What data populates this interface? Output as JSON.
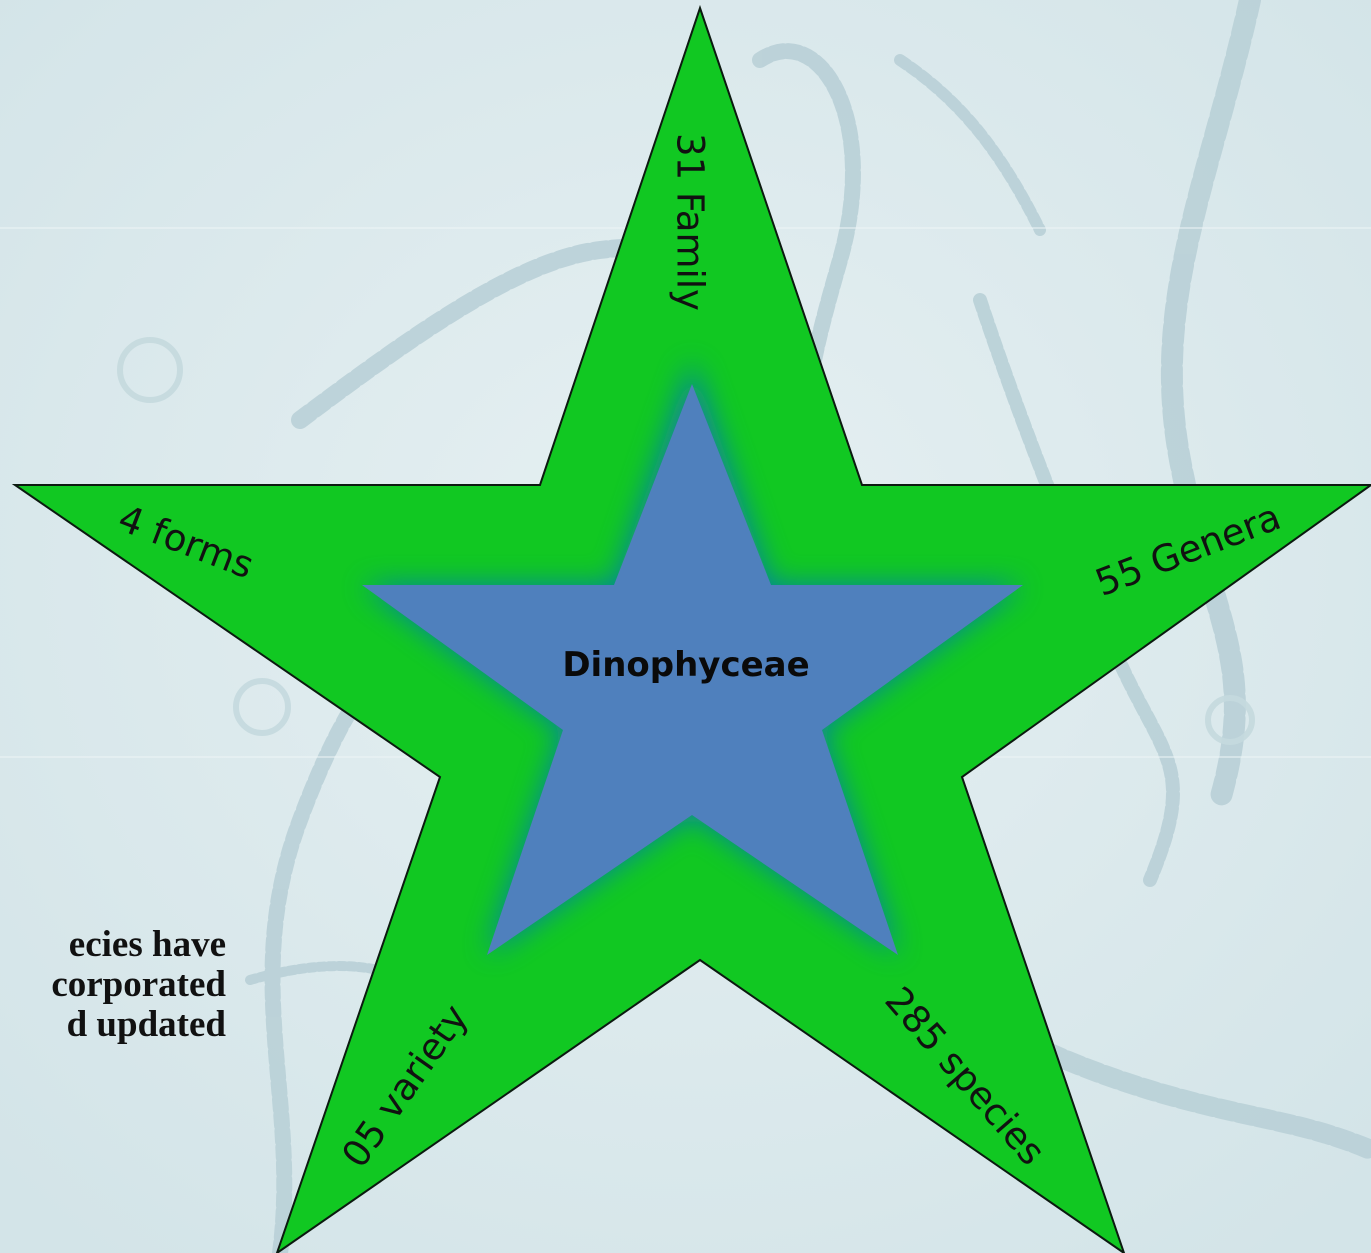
{
  "diagram": {
    "center_label": "Dinophyceae",
    "points": {
      "top": "31 Family",
      "right": "55 Genera",
      "bottom_right": "285 species",
      "bottom_left": "05 variety",
      "left": "4 forms"
    },
    "colors": {
      "outer_star": "#11c822",
      "inner_star": "#4f80bd",
      "transition": "#0b76ba",
      "outline": "#0c1a10",
      "background": "#dce9ec"
    }
  },
  "side_text": {
    "lines": [
      "ecies have",
      "corporated",
      "d updated"
    ]
  }
}
